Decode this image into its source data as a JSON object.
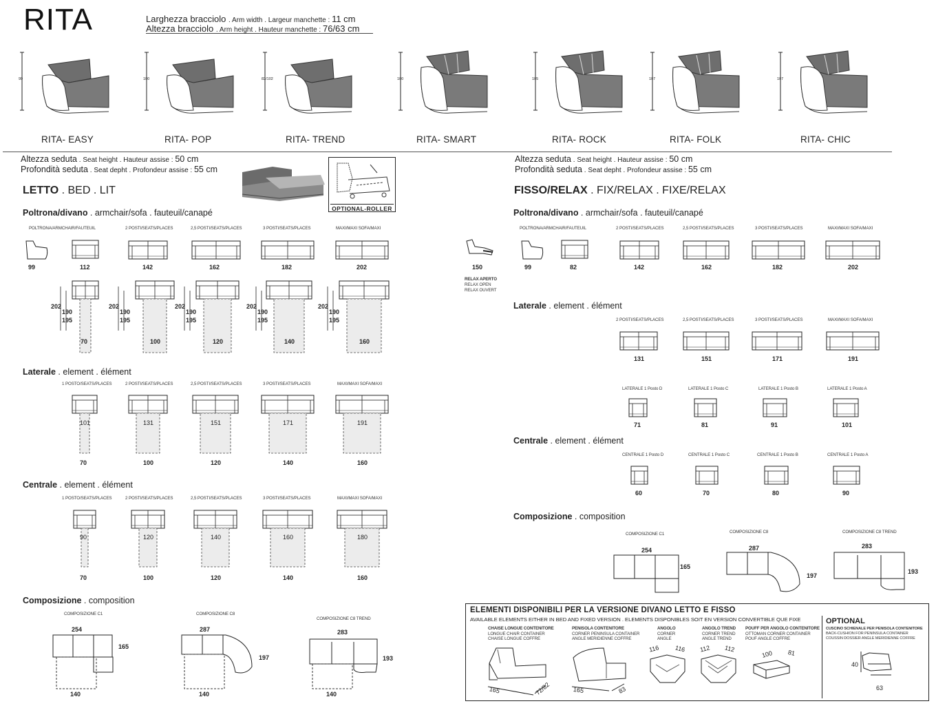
{
  "header": {
    "title": "RITA",
    "arm_width": {
      "it": "Larghezza bracciolo",
      "others": ". Arm width . Largeur manchette : ",
      "value": "11 cm"
    },
    "arm_height": {
      "it": "Altezza bracciolo",
      "others": ". Arm height . Hauteur manchette : ",
      "value": "76/63 cm"
    }
  },
  "models": [
    {
      "name": "RITA- EASY",
      "height": "99"
    },
    {
      "name": "RITA- POP",
      "height": "100"
    },
    {
      "name": "RITA- TREND",
      "height": "82/102"
    },
    {
      "name": "RITA- SMART",
      "height": "100"
    },
    {
      "name": "RITA- ROCK",
      "height": "105"
    },
    {
      "name": "RITA- FOLK",
      "height": "107"
    },
    {
      "name": "RITA- CHIC",
      "height": "107"
    }
  ],
  "left": {
    "seat_height": {
      "it": "Altezza seduta",
      "others": " . Seat height . Hauteur assise : ",
      "value": " 50 cm"
    },
    "seat_depth": {
      "it": "Profondità seduta",
      "others": " . Seat depht . Profondeur assise : ",
      "value": "55 cm"
    },
    "section": {
      "bold": "LETTO",
      "rest": " . BED . LIT"
    },
    "optional_roller": "OPTIONAL-ROLLER",
    "armchair": {
      "bold": "Poltrona/divano",
      "rest": " . armchair/sofa . fauteuil/canapé"
    },
    "armchair_cols": [
      "POLTRONA/ARMCHAIR/FAUTEUIL",
      "2 POSTI/SEATS/PLACES",
      "2,5 POSTI/SEATS/PLACES",
      "3 POSTI/SEATS/PLACES",
      "MAXI/MAXI SOFA/MAXI"
    ],
    "armchair_widths": [
      "99",
      "112",
      "142",
      "162",
      "182",
      "202"
    ],
    "bed_dims": [
      "202",
      "190",
      "195"
    ],
    "bed_widths": [
      "70",
      "100",
      "120",
      "140",
      "160"
    ],
    "laterale": {
      "bold": "Laterale",
      "rest": " . element . élément"
    },
    "laterale_cols": [
      "1 POSTO/SEATS/PLACES",
      "2 POSTI/SEATS/PLACES",
      "2,5 POSTI/SEATS/PLACES",
      "3 POSTI/SEATS/PLACES",
      "MAXI/MAXI SOFA/MAXI"
    ],
    "laterale_inner": [
      "101",
      "131",
      "151",
      "171",
      "191"
    ],
    "laterale_widths": [
      "70",
      "100",
      "120",
      "140",
      "160"
    ],
    "centrale": {
      "bold": "Centrale",
      "rest": " . element . élément"
    },
    "centrale_cols": [
      "1 POSTO/SEATS/PLACES",
      "2 POSTI/SEATS/PLACES",
      "2,5 POSTI/SEATS/PLACES",
      "3 POSTI/SEATS/PLACES",
      "MAXI/MAXI SOFA/MAXI"
    ],
    "centrale_inner": [
      "90",
      "120",
      "140",
      "160",
      "180"
    ],
    "centrale_widths": [
      "70",
      "100",
      "120",
      "140",
      "160"
    ],
    "composizione": {
      "bold": "Composizione",
      "rest": " . composition"
    },
    "comp_names": [
      "COMPOSIZIONE C1",
      "COMPOSIZIONE C8",
      "COMPOSIZIONE C8 TREND"
    ],
    "comp_c1": {
      "top": "254",
      "side": "165",
      "bottom": "140"
    },
    "comp_c8": {
      "top": "287",
      "side": "197",
      "bottom": "140"
    },
    "comp_c8t": {
      "top": "283",
      "side": "193",
      "bottom": "140"
    }
  },
  "right": {
    "seat_height": {
      "it": "Altezza seduta",
      "others": " . Seat height . Hauteur assise : ",
      "value": "50 cm"
    },
    "seat_depth": {
      "it": "Profondità seduta",
      "others": " . Seat depht . Profondeur assise : ",
      "value": "55 cm"
    },
    "section": {
      "bold": "FISSO/RELAX",
      "rest": " . FIX/RELAX . FIXE/RELAX"
    },
    "relax_width": "150",
    "relax_notes": [
      "RELAX APERTO",
      "RELAX OPEN",
      "RELAX OUVERT"
    ],
    "armchair": {
      "bold": "Poltrona/divano",
      "rest": " . armchair/sofa . fauteuil/canapé"
    },
    "armchair_cols": [
      "POLTRONA/ARMCHAIR/FAUTEUIL",
      "2 POSTI/SEATS/PLACES",
      "2,5 POSTI/SEATS/PLACES",
      "3 POSTI/SEATS/PLACES",
      "MAXI/MAXI SOFA/MAXI"
    ],
    "armchair_widths": [
      "99",
      "82",
      "142",
      "162",
      "182",
      "202"
    ],
    "laterale": {
      "bold": "Laterale",
      "rest": " . element . élément"
    },
    "laterale_cols": [
      "2 POSTI/SEATS/PLACES",
      "2,5 POSTI/SEATS/PLACES",
      "3 POSTI/SEATS/PLACES",
      "MAXI/MAXI SOFA/MAXI"
    ],
    "laterale_widths": [
      "131",
      "151",
      "171",
      "191"
    ],
    "laterale1_cols": [
      "LATERALE 1 Posto D",
      "LATERALE 1 Posto C",
      "LATERALE 1 Posto B",
      "LATERALE 1 Posto A"
    ],
    "laterale1_widths": [
      "71",
      "81",
      "91",
      "101"
    ],
    "centrale": {
      "bold": "Centrale",
      "rest": " . element . élément"
    },
    "centrale_cols": [
      "CENTRALE 1 Posto D",
      "CENTRALE 1 Posto C",
      "CENTRALE 1 Posto B",
      "CENTRALE 1 Posto A"
    ],
    "centrale_widths": [
      "60",
      "70",
      "80",
      "90"
    ],
    "composizione": {
      "bold": "Composizione",
      "rest": " . composition"
    },
    "comp_names": [
      "COMPOSIZIONE C1",
      "COMPOSIZIONE C8",
      "COMPOSIZIONE C8 TREND"
    ],
    "comp_c1": {
      "top": "254",
      "side": "165"
    },
    "comp_c8": {
      "top": "287",
      "side": "197"
    },
    "comp_c8t": {
      "top": "283",
      "side": "193"
    }
  },
  "elements_box": {
    "title": "ELEMENTI DISPONIBILI PER LA VERSIONE DIVANO LETTO E FISSO",
    "subtitle": "AVAILABLE ELEMENTS EITHER IN BED AND FIXED VERSION . ELEMENTS DISPONIBLES SOIT EN VERSION CONVERTIBLE QUE FIXE",
    "items": [
      {
        "name": "CHAISE LONGUE CONTENITORE",
        "lines": [
          "LONGUE CHAIR CONTAINER",
          "CHAISE LONGUE COFFRE"
        ],
        "d1": "165",
        "d2": "72/82"
      },
      {
        "name": "PENISOLA CONTENITORE",
        "lines": [
          "CORNER PENINSULA CONTAINER",
          "ANGLE MERIDIENNE COFFRE"
        ],
        "d1": "165",
        "d2": "83"
      },
      {
        "name": "ANGOLO",
        "lines": [
          "CORNER",
          "ANGLE"
        ],
        "d1": "116",
        "d2": "116"
      },
      {
        "name": "ANGOLO TREND",
        "lines": [
          "CORNER TREND",
          "ANGLE TREND"
        ],
        "d1": "112",
        "d2": "112"
      },
      {
        "name": "POUFF PER ANGOLO CONTENITORE",
        "lines": [
          "OTTOMAN CORNER CONTAINER",
          "POUF ANGLE COFFRE"
        ],
        "d1": "100",
        "d2": "81"
      }
    ],
    "optional": {
      "title": "OPTIONAL",
      "name": "CUSCINO SCHIENALE PER PENISOLA CONTENITORE",
      "lines": [
        "BACK-CUSHION FOR PENINSULA CONTAINER",
        "COUSSIN DOSSIER ANGLE MERIDIENNE COFFRE"
      ],
      "d1": "40",
      "d2": "63"
    }
  }
}
